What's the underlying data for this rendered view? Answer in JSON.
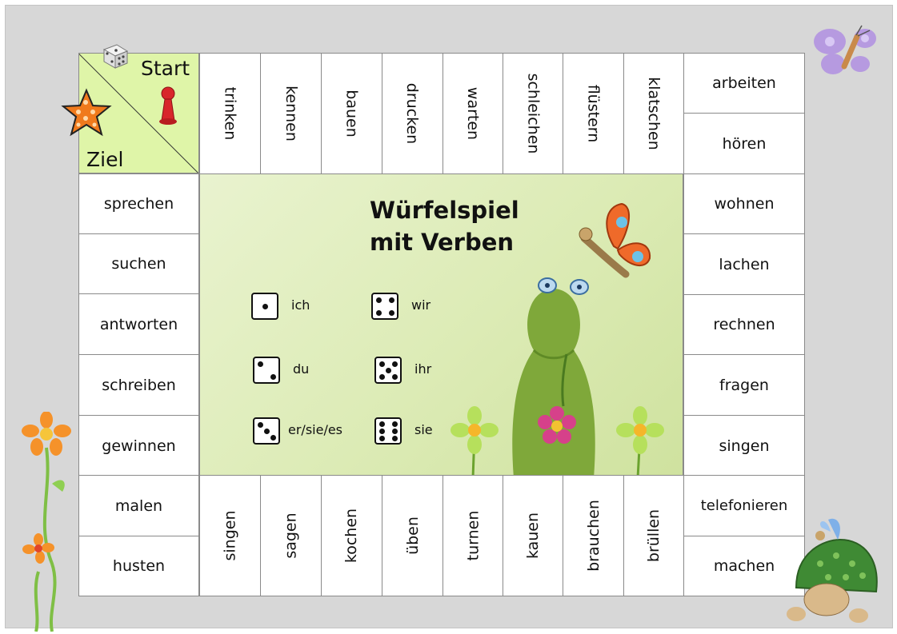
{
  "board": {
    "corner": {
      "start_label": "Start",
      "goal_label": "Ziel"
    },
    "top_row": [
      "trinken",
      "kennen",
      "bauen",
      "drucken",
      "warten",
      "schleichen",
      "flüstern",
      "klatschen"
    ],
    "top_right": [
      "arbeiten",
      "hören"
    ],
    "right_column": [
      "wohnen",
      "lachen",
      "rechnen",
      "fragen",
      "singen"
    ],
    "bottom_right": [
      "telefonieren",
      "machen"
    ],
    "bottom_row": [
      "singen",
      "sagen",
      "kochen",
      "üben",
      "turnen",
      "kauen",
      "brauchen",
      "brüllen"
    ],
    "bottom_left": [
      "malen",
      "husten"
    ],
    "left_column": [
      "sprechen",
      "suchen",
      "antworten",
      "schreiben",
      "gewinnen"
    ]
  },
  "center": {
    "title_line1": "Würfelspiel",
    "title_line2": "mit Verben",
    "legend": [
      {
        "pips": 1,
        "pronoun": "ich"
      },
      {
        "pips": 2,
        "pronoun": "du"
      },
      {
        "pips": 3,
        "pronoun": "er/sie/es"
      },
      {
        "pips": 4,
        "pronoun": "wir"
      },
      {
        "pips": 5,
        "pronoun": "ihr"
      },
      {
        "pips": 6,
        "pronoun": "sie"
      }
    ]
  },
  "icons": [
    "dice-icon",
    "game-piece-icon",
    "star-icon",
    "butterfly-icon",
    "frog-illustration",
    "flower-icon",
    "turtle-illustration"
  ],
  "colors": {
    "background": "#d7d7d7",
    "corner": "#dff5a8",
    "center": "#dcebb5",
    "piece": "#d8262b",
    "star": "#f07a1c"
  }
}
